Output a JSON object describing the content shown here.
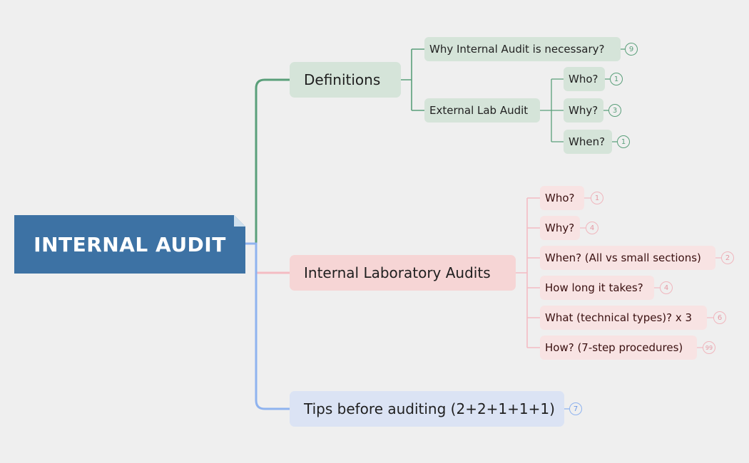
{
  "colors": {
    "background": "#efefef",
    "root": "#3d72a4",
    "green_branch": "#5a9f7a",
    "pink_branch": "#f4bcc3",
    "blue_branch": "#8fb3ef"
  },
  "root": {
    "label": "INTERNAL AUDIT"
  },
  "definitions": {
    "label": "Definitions",
    "why_internal": {
      "label": "Why Internal Audit is necessary?",
      "count": "9"
    },
    "external": {
      "label": "External Lab Audit",
      "who": {
        "label": "Who?",
        "count": "1"
      },
      "why": {
        "label": "Why?",
        "count": "3"
      },
      "when": {
        "label": "When?",
        "count": "1"
      }
    }
  },
  "internal_lab": {
    "label": "Internal Laboratory Audits",
    "who": {
      "label": "Who?",
      "count": "1"
    },
    "why": {
      "label": "Why?",
      "count": "4"
    },
    "when": {
      "label": "When? (All vs small sections)",
      "count": "2"
    },
    "how_long": {
      "label": "How long it takes?",
      "count": "4"
    },
    "what": {
      "label": "What (technical types)? x 3",
      "count": "6"
    },
    "how": {
      "label": "How? (7-step procedures)",
      "count": "99"
    }
  },
  "tips": {
    "label": "Tips before auditing (2+2+1+1+1)",
    "count": "7"
  }
}
